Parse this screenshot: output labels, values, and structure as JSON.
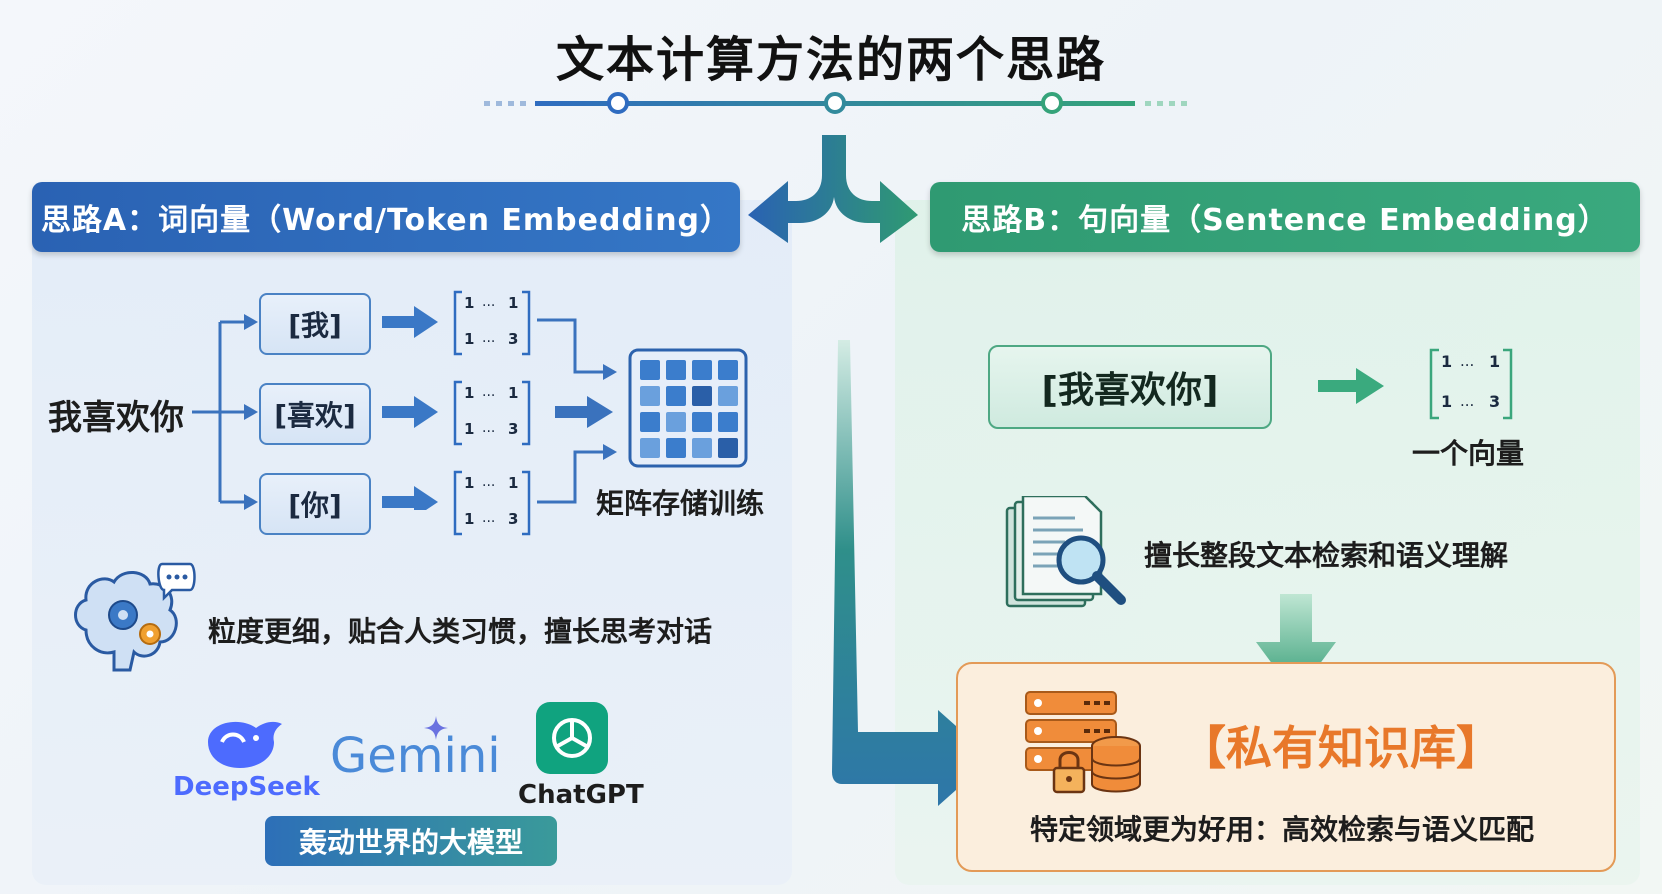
{
  "title": "文本计算方法的两个思路",
  "idea_a": {
    "header": "思路A：词向量（Word/Token Embedding）",
    "sentence": "我喜欢你",
    "tokens": [
      "[我]",
      "[喜欢]",
      "[你]"
    ],
    "vector_values": [
      "1",
      "...",
      "1",
      "1",
      "...",
      "3"
    ],
    "matrix_label": "矩阵存储训练",
    "feature": "粒度更细，贴合人类习惯，擅长思考对话",
    "models": [
      "DeepSeek",
      "Gemini",
      "ChatGPT"
    ],
    "model_banner": "轰动世界的大模型"
  },
  "idea_b": {
    "header": "思路B：句向量（Sentence Embedding）",
    "sentence_token": "[我喜欢你]",
    "vector_label": "一个向量",
    "feature": "擅长整段文本检索和语义理解",
    "kb_title": "【私有知识库】",
    "kb_desc": "特定领域更为好用：高效检索与语义匹配"
  },
  "colors": {
    "blue": "#2a62b3",
    "green": "#2f9a72",
    "orange": "#e8782a"
  }
}
